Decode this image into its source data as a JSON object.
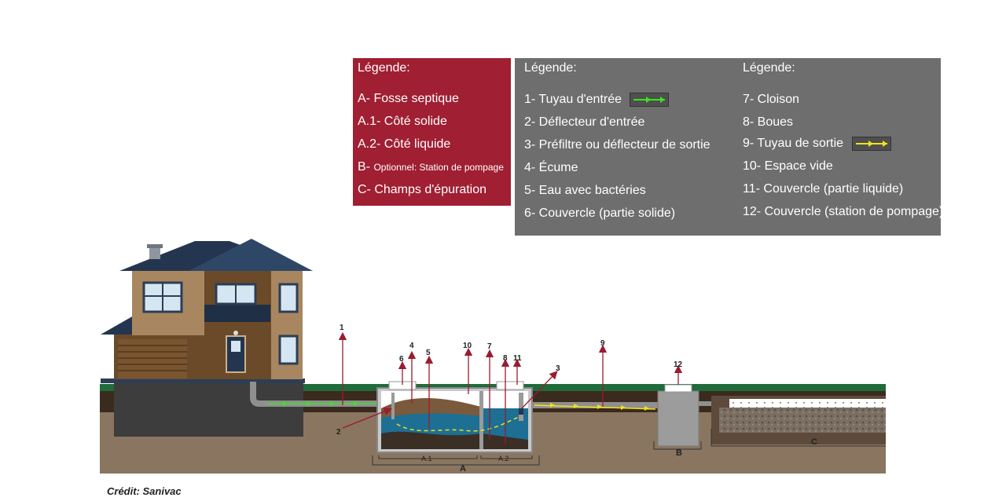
{
  "legend_left": {
    "title": "Légende:",
    "items": [
      "A- Fosse septique",
      "A.1- Côté solide",
      "A.2- Côté liquide"
    ],
    "item_b_prefix": "B- ",
    "item_b_rest": "Optionnel: Station de pompage",
    "item_c": "C- Champs d'épuration"
  },
  "legend_middle": {
    "title": "Légende:",
    "items": [
      "1- Tuyau d'entrée",
      "2- Déflecteur d'entrée",
      "3- Préfiltre ou déflecteur de sortie",
      "4- Écume",
      "5- Eau avec bactéries",
      "6- Couvercle (partie solide)"
    ]
  },
  "legend_right": {
    "title": "Légende:",
    "items": [
      "7- Cloison",
      "8- Boues",
      "9- Tuyau de sortie",
      "10- Espace vide",
      "11- Couvercle (partie liquide)",
      "12- Couvercle (station de pompage)"
    ]
  },
  "diagram_labels": {
    "n1": "1",
    "n2": "2",
    "n3": "3",
    "n4": "4",
    "n5": "5",
    "n6": "6",
    "n7": "7",
    "n8": "8",
    "n9": "9",
    "n10": "10",
    "n11": "11",
    "n12": "12",
    "a": "A",
    "a1": "A.1",
    "a2": "A.2",
    "b": "B",
    "c": "C"
  },
  "credit": "Crédit: Sanivac",
  "colors": {
    "legend_red": "#a01f33",
    "legend_grey": "#6d6e6d",
    "inlet_arrow": "#39e51f",
    "outlet_arrow": "#f2e21a",
    "callout": "#9b1b30",
    "water": "#1d6f93",
    "sludge": "#3a2e25",
    "scum": "#7a5a3c",
    "grass": "#1f6b3a",
    "ground": "#8a7560",
    "topsoil": "#3b2a1e"
  }
}
